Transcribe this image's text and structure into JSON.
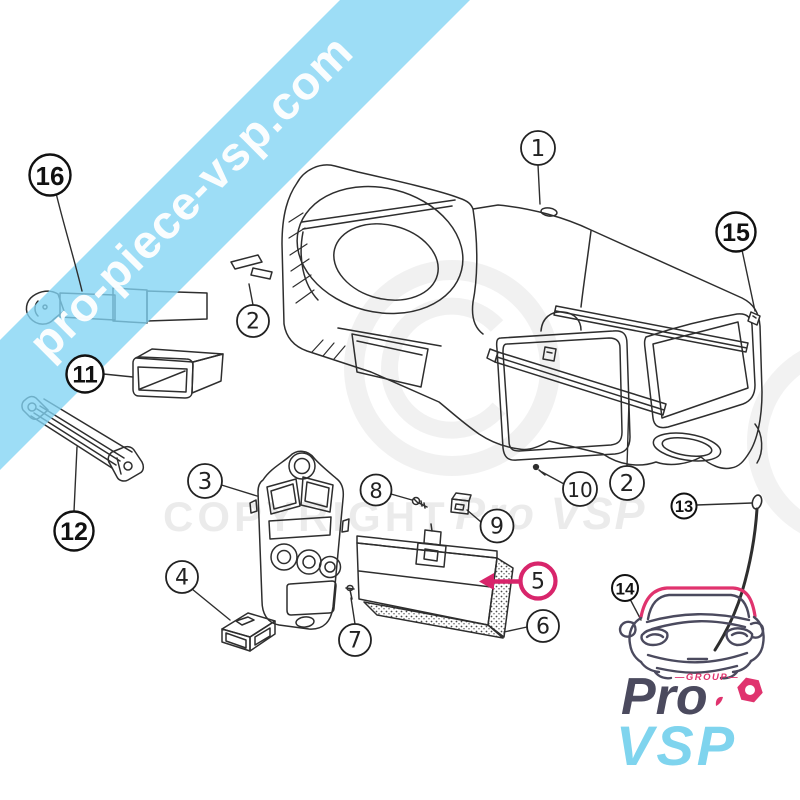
{
  "diagram": {
    "watermark_banner_text": "pro-piece-vsp.com",
    "watermark_copyright_word": "COPYRIGHT",
    "watermark_copyright_brand": "Pro VSP",
    "watermark_symbol": "©"
  },
  "logo": {
    "group_label": "—GROUP—",
    "wordmark_top": "Pro",
    "wordmark_bottom": "VSP"
  },
  "callouts": [
    {
      "number": "1",
      "style": "thin"
    },
    {
      "number": "2",
      "style": "thin"
    },
    {
      "number": "2",
      "style": "thin"
    },
    {
      "number": "3",
      "style": "thin"
    },
    {
      "number": "4",
      "style": "thin"
    },
    {
      "number": "5",
      "style": "highlighted"
    },
    {
      "number": "6",
      "style": "thin"
    },
    {
      "number": "7",
      "style": "thin"
    },
    {
      "number": "8",
      "style": "thin"
    },
    {
      "number": "9",
      "style": "thin"
    },
    {
      "number": "10",
      "style": "thin"
    },
    {
      "number": "11",
      "style": "bold"
    },
    {
      "number": "12",
      "style": "bold"
    },
    {
      "number": "13",
      "style": "bold"
    },
    {
      "number": "14",
      "style": "bold"
    },
    {
      "number": "15",
      "style": "bold"
    },
    {
      "number": "16",
      "style": "bold"
    }
  ],
  "colors": {
    "banner_blue": "#82d4f3",
    "accent_pink": "#d8256b",
    "logo_dark": "#4b4a5e",
    "logo_blue": "#7fd4ee",
    "line_art": "#2e2e2e"
  }
}
